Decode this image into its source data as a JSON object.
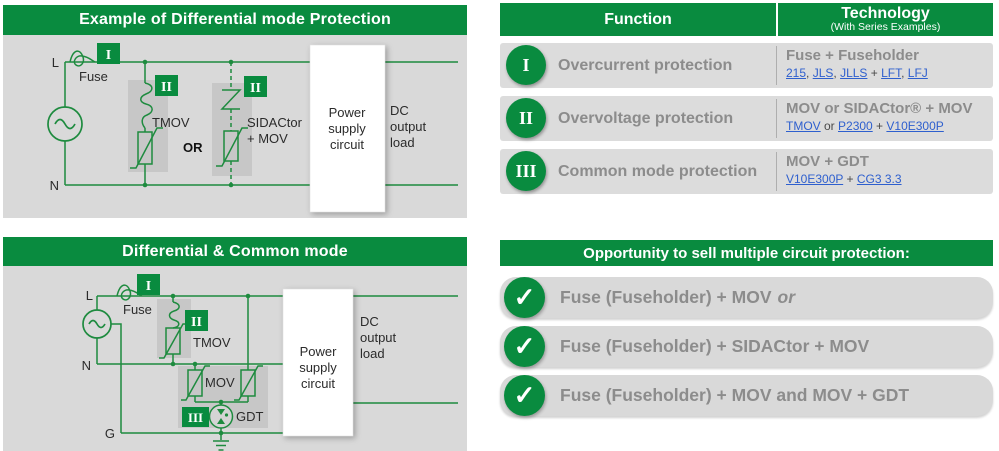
{
  "colors": {
    "green": "#098b3f",
    "line_green": "#1e8b3f",
    "panel_gray": "#d9d9d9",
    "row_gray": "#dcdcdc",
    "component_box_gray": "#c7c7c7",
    "gray_text": "#8c8c8c",
    "link_blue": "#2e5fce"
  },
  "diagram1": {
    "title": "Example of Differential mode Protection",
    "badges": {
      "b1": "I",
      "b2": "II",
      "b3": "II"
    },
    "labels": {
      "l": "L",
      "n": "N",
      "fuse": "Fuse",
      "tmov": "TMOV",
      "or": "OR",
      "sidactor_1": "SIDACtor",
      "sidactor_2": "+ MOV",
      "power_1": "Power",
      "power_2": "supply",
      "power_3": "circuit",
      "dc_1": "DC",
      "dc_2": "output",
      "dc_3": "load"
    }
  },
  "diagram2": {
    "title": "Differential & Common mode",
    "badges": {
      "b1": "I",
      "b2": "II",
      "b3": "III"
    },
    "labels": {
      "l": "L",
      "n": "N",
      "g": "G",
      "fuse": "Fuse",
      "tmov": "TMOV",
      "mov": "MOV",
      "gdt": "GDT",
      "power_1": "Power",
      "power_2": "supply",
      "power_3": "circuit",
      "dc_1": "DC",
      "dc_2": "output",
      "dc_3": "load"
    }
  },
  "table": {
    "header": {
      "function": "Function",
      "technology": "Technology",
      "technology_sub": "(With Series Examples)"
    },
    "rows": [
      {
        "numeral": "I",
        "function": "Overcurrent protection",
        "tech_title": "Fuse + Fuseholder",
        "links": [
          {
            "t": "215",
            "link": true
          },
          {
            "t": ", ",
            "link": false
          },
          {
            "t": "JLS",
            "link": true
          },
          {
            "t": ", ",
            "link": false
          },
          {
            "t": "JLLS",
            "link": true
          },
          {
            "t": " + ",
            "link": false
          },
          {
            "t": "LFT",
            "link": true
          },
          {
            "t": ", ",
            "link": false
          },
          {
            "t": "LFJ",
            "link": true
          }
        ]
      },
      {
        "numeral": "II",
        "function": "Overvoltage protection",
        "tech_title": "MOV or SIDACtor® + MOV",
        "links": [
          {
            "t": "TMOV",
            "link": true
          },
          {
            "t": " or ",
            "link": false
          },
          {
            "t": "P2300",
            "link": true
          },
          {
            "t": " + ",
            "link": false
          },
          {
            "t": "V10E300P",
            "link": true
          }
        ]
      },
      {
        "numeral": "III",
        "function": "Common mode protection",
        "tech_title": "MOV + GDT",
        "links": [
          {
            "t": "V10E300P",
            "link": true
          },
          {
            "t": " + ",
            "link": false
          },
          {
            "t": "CG3 3.3",
            "link": true
          }
        ]
      }
    ]
  },
  "opportunity": {
    "title": "Opportunity to sell multiple circuit protection:",
    "check": "✓",
    "items": [
      {
        "text": "Fuse (Fuseholder) + MOV",
        "suffix": "or"
      },
      {
        "text": "Fuse (Fuseholder) + SIDACtor + MOV",
        "suffix": ""
      },
      {
        "text": "Fuse (Fuseholder) + MOV and MOV + GDT",
        "suffix": ""
      }
    ]
  }
}
